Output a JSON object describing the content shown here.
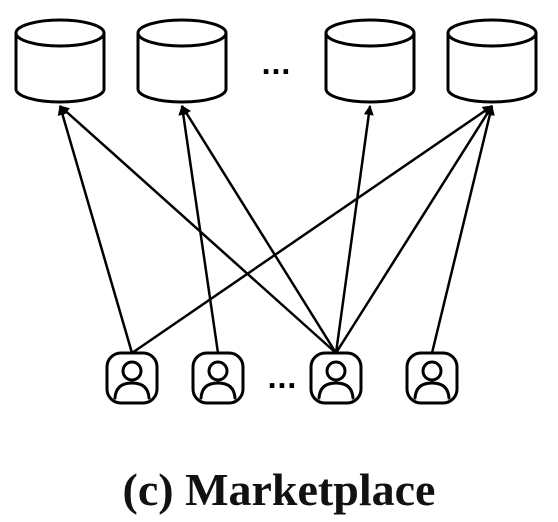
{
  "databases": [
    {
      "id": "db1"
    },
    {
      "id": "db2"
    },
    {
      "id": "db3"
    },
    {
      "id": "db4"
    }
  ],
  "users": [
    {
      "id": "u1"
    },
    {
      "id": "u2"
    },
    {
      "id": "u3"
    },
    {
      "id": "u4"
    }
  ],
  "ellipsis_text": "...",
  "connections": [
    {
      "from": "u1",
      "to": "db1"
    },
    {
      "from": "u1",
      "to": "db4"
    },
    {
      "from": "u2",
      "to": "db2"
    },
    {
      "from": "u3",
      "to": "db1"
    },
    {
      "from": "u3",
      "to": "db2"
    },
    {
      "from": "u3",
      "to": "db3"
    },
    {
      "from": "u3",
      "to": "db4"
    },
    {
      "from": "u4",
      "to": "db4"
    }
  ],
  "caption": "(c) Marketplace",
  "colors": {
    "stroke": "#000000",
    "background": "#ffffff"
  },
  "icons": {
    "database": "database-cylinder-icon",
    "user": "user-avatar-icon"
  }
}
